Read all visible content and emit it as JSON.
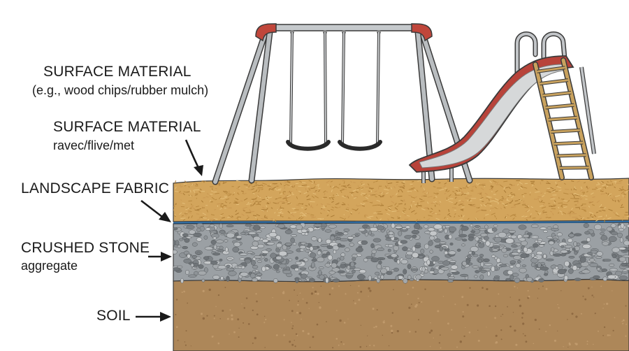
{
  "labels": {
    "surface_material_top": {
      "title": "SURFACE MATERIAL",
      "subtitle": "(e.g., wood chips/rubber mulch)"
    },
    "surface_material_second": {
      "title": "SURFACE MATERIAL",
      "subtitle": "ravec/flive/met"
    },
    "landscape_fabric": {
      "title": "LANDSCAPE FABRIC"
    },
    "crushed_stone": {
      "title": "CRUSHED STONE",
      "subtitle": "aggregate"
    },
    "soil": {
      "title": "SOIL"
    }
  },
  "layer_order_top_to_bottom": [
    "surface_material",
    "landscape_fabric",
    "crushed_stone",
    "soil"
  ],
  "colors": {
    "mulch": "#d3a55c",
    "mulch_dark": "#a97a35",
    "fabric": "#3f86c4",
    "gravel_base": "#9ba0a4",
    "soil": "#ad8759",
    "soil_dark": "#8f6a42",
    "frame_metal": "#b9bdc0",
    "frame_joint": "#c0463b",
    "slide_body": "#b8433a",
    "slide_bed": "#d6d8d9",
    "ladder_wood": "#c9a25e",
    "outline": "#3a3a3a"
  }
}
